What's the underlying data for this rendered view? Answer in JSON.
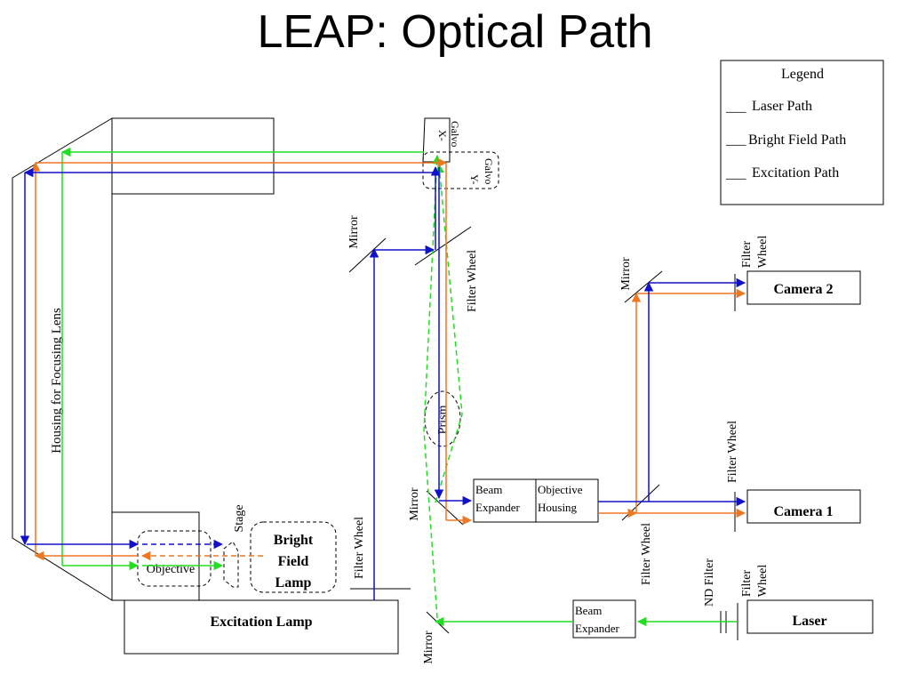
{
  "title": "LEAP: Optical Path",
  "legend": {
    "heading": "Legend",
    "items": [
      {
        "line": "___",
        "label": "Laser Path",
        "color": "#22dd22"
      },
      {
        "line": "___",
        "label": "Bright Field Path",
        "color": "#ee7722"
      },
      {
        "line": "___",
        "label": "Excitation Path",
        "color": "#1111cc"
      }
    ]
  },
  "colors": {
    "laser": "#22dd22",
    "bright_field": "#ee7722",
    "excitation": "#1111cc"
  },
  "labels": {
    "housing_focusing_lens": "Housing for Focusing Lens",
    "x_galvo_1": "X-",
    "x_galvo_2": "Galvo",
    "y_galvo_1": "Y-",
    "y_galvo_2": "Galvo",
    "mirror_top_left": "Mirror",
    "filter_wheel_center": "Filter Wheel",
    "prism": "Prism",
    "mirror_beam": "Mirror",
    "beam_expander_1": "Beam",
    "beam_expander_2": "Expander",
    "objective_housing_1": "Objective",
    "objective_housing_2": "Housing",
    "mirror_right": "Mirror",
    "filter_wheel_cam2_1": "Filter",
    "filter_wheel_cam2_2": "Wheel",
    "camera2": "Camera 2",
    "filter_wheel_cam1": "Filter Wheel",
    "camera1": "Camera 1",
    "filter_wheel_lower": "Filter Wheel",
    "nd_filter": "ND Filter",
    "filter_wheel_laser_1": "Filter",
    "filter_wheel_laser_2": "Wheel",
    "laser": "Laser",
    "beam_expander_laser_1": "Beam",
    "beam_expander_laser_2": "Expander",
    "mirror_bottom": "Mirror",
    "filter_wheel_left": "Filter Wheel",
    "stage": "Stage",
    "bright_field_lamp_1": "Bright",
    "bright_field_lamp_2": "Field",
    "bright_field_lamp_3": "Lamp",
    "objective": "Objective",
    "excitation_lamp": "Excitation Lamp"
  }
}
